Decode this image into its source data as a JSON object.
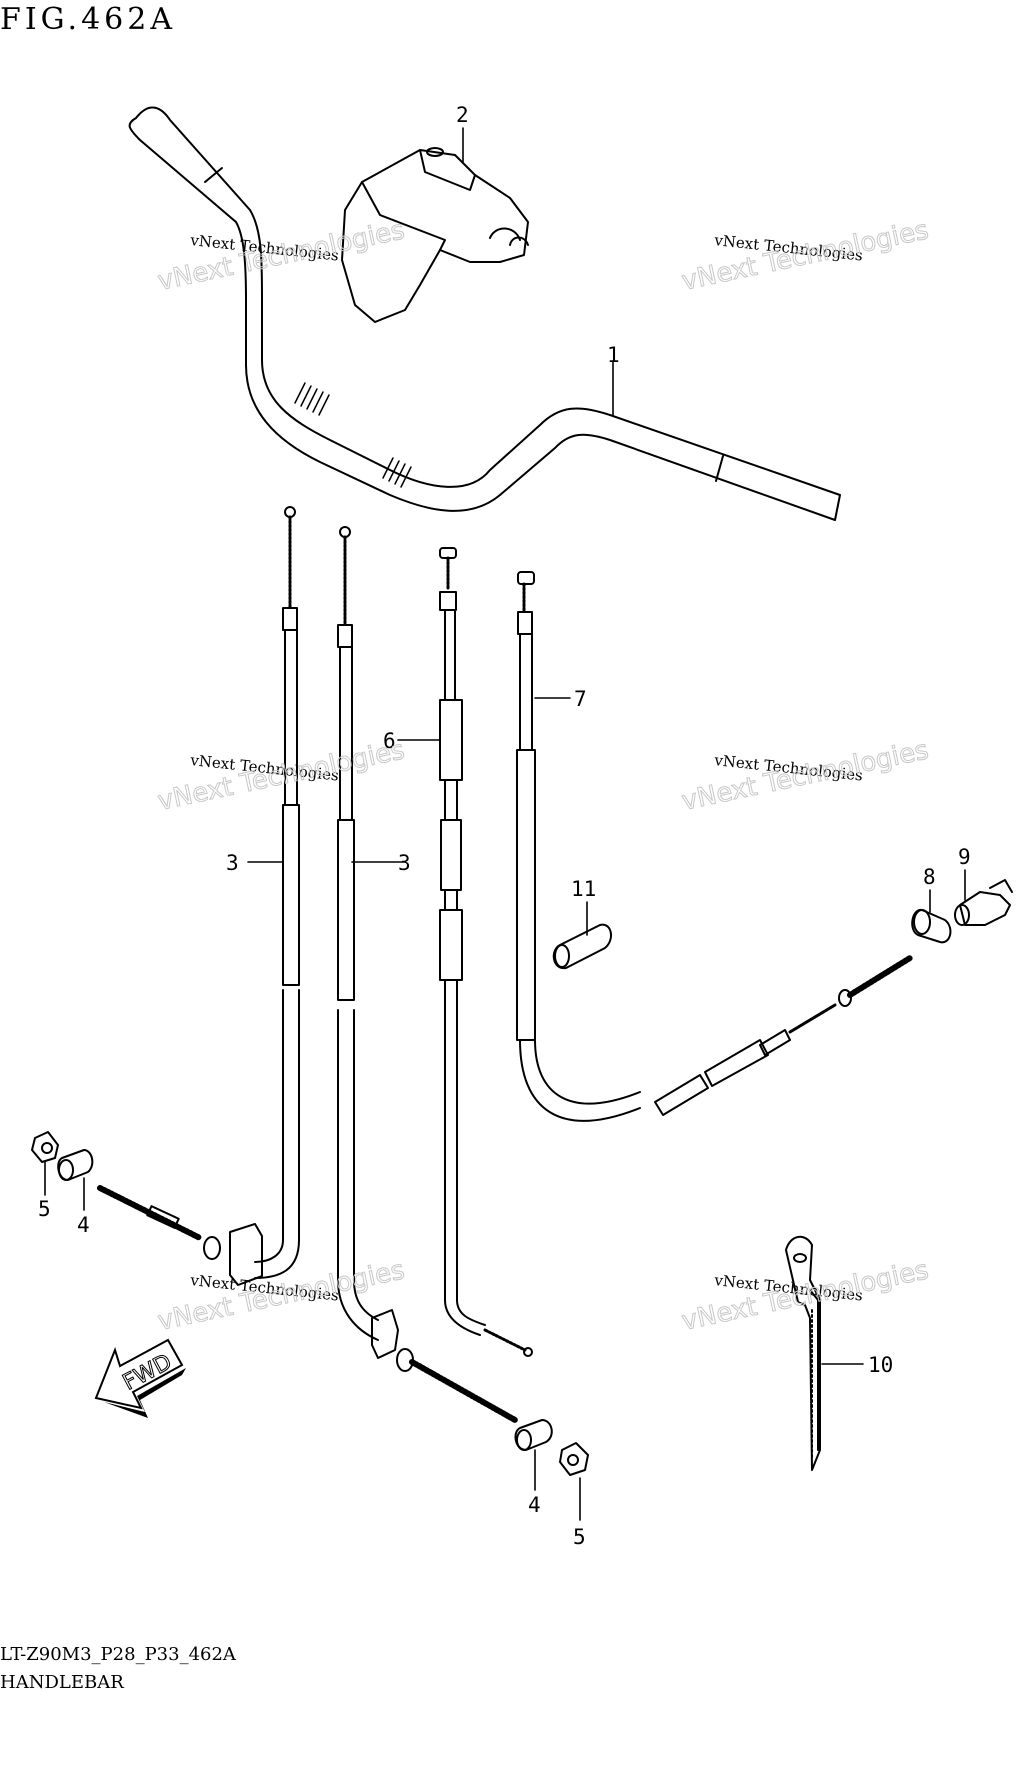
{
  "figure": {
    "title": "FIG.462A",
    "code": "LT-Z90M3_P28_P33_462A",
    "name": "HANDLEBAR"
  },
  "callouts": [
    "1",
    "2",
    "3",
    "3",
    "4",
    "4",
    "5",
    "5",
    "6",
    "7",
    "8",
    "9",
    "10",
    "11"
  ],
  "watermark": {
    "line": "vNext Technologies",
    "big": "vNext Technologies"
  },
  "direction_label": "FWD"
}
